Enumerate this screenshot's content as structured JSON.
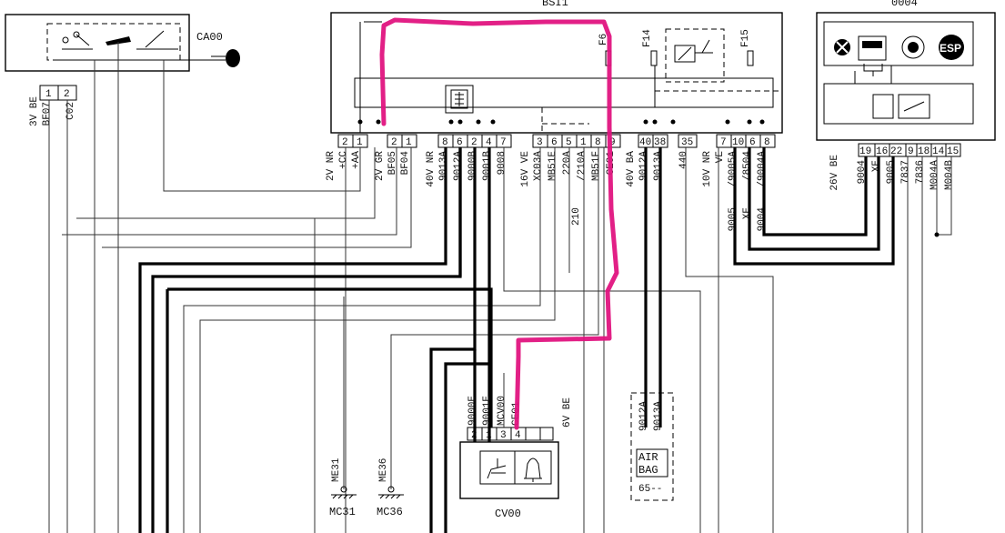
{
  "components": {
    "bsi": "BSI1",
    "combi": "0004",
    "ignition": "CA00",
    "buzzer": "CV00",
    "earth1": "MC31",
    "earth2": "MC36",
    "airbag_line1": "AIR",
    "airbag_line2": "BAG",
    "airbag_num": "65--"
  },
  "connectors": {
    "ca00": {
      "label": "3V BE",
      "pins": [
        "1",
        "2"
      ]
    },
    "bsi_a": {
      "label": "2V NR",
      "pins": [
        "2",
        "1"
      ]
    },
    "bsi_b": {
      "label": "2V GR",
      "pins": [
        "2",
        "1"
      ]
    },
    "bsi_c": {
      "label": "40V NR",
      "pins": [
        "8",
        "6",
        "2",
        "4",
        "7"
      ]
    },
    "bsi_d": {
      "label": "16V VE",
      "pins": [
        "3",
        "6",
        "5",
        "1",
        "8",
        "9"
      ]
    },
    "bsi_e": {
      "label": "40V BA",
      "pins": [
        "40",
        "38"
      ]
    },
    "bsi_f": {
      "pins": [
        "35"
      ]
    },
    "bsi_g": {
      "label": "10V NR",
      "pins": [
        "7"
      ]
    },
    "bsi_h": {
      "label": "VE",
      "pins": [
        "10",
        "6",
        "8"
      ]
    },
    "combi": {
      "label": "26V BE",
      "pins": [
        "19",
        "16",
        "22",
        "9",
        "18",
        "14",
        "15"
      ]
    },
    "cv00": {
      "label": "6V BE",
      "pins": [
        "2",
        "1",
        "3",
        "4"
      ]
    }
  },
  "fuses": [
    "F6",
    "F14",
    "F15"
  ],
  "icons": {
    "esp": "ESP"
  },
  "wires": {
    "ca00": [
      "BF07",
      "C02"
    ],
    "bsi_a": [
      "+CC",
      "+AA"
    ],
    "bsi_b": [
      "BF05",
      "BF04"
    ],
    "bsi_c": [
      "9013A",
      "9012A",
      "9000B",
      "9001B",
      "9008"
    ],
    "bsi_d": [
      "XC03A",
      "MB51E",
      "220A",
      "/210A",
      "MB51F",
      "CE01"
    ],
    "bsi_e": [
      "9012A",
      "9013A"
    ],
    "bsi_f": [
      "440"
    ],
    "bsi_g": [
      "/9005A",
      "/8504",
      "/9004A"
    ],
    "bsi_g_lower": [
      "9005",
      "XE",
      "9004"
    ],
    "combi": [
      "9004",
      "XE",
      "9005",
      "7837",
      "7836",
      "M004A",
      "M004B"
    ],
    "mid": [
      "210"
    ],
    "cv00": [
      "9000E",
      "9001E",
      "MCV00",
      "CE01"
    ],
    "airbag": [
      "9012A",
      "9013A"
    ],
    "earth1": "ME31",
    "earth2": "ME36"
  }
}
